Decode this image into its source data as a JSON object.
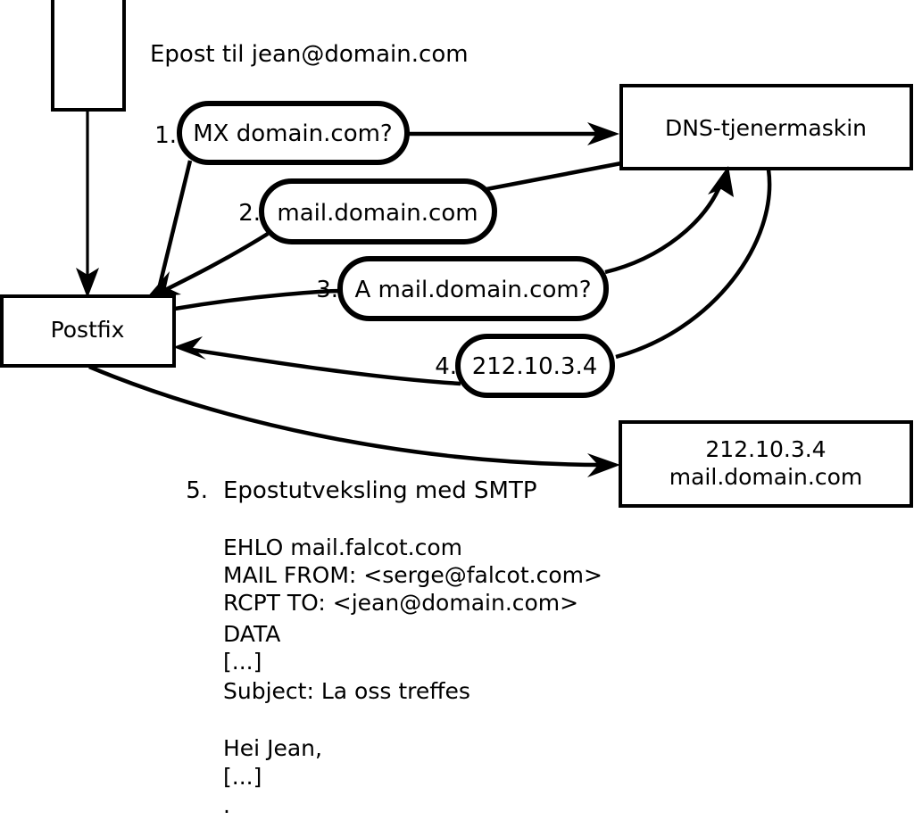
{
  "diagram": {
    "title_text": "Epost til jean@domain.com",
    "nodes": [
      {
        "id": "client",
        "label": ""
      },
      {
        "id": "postfix",
        "label": "Postfix"
      },
      {
        "id": "dns",
        "label": "DNS-tjenermaskin"
      },
      {
        "id": "mailserver",
        "label_line1": "212.10.3.4",
        "label_line2": "mail.domain.com"
      }
    ],
    "steps": [
      {
        "num": "1.",
        "label": "MX domain.com?"
      },
      {
        "num": "2.",
        "label": "mail.domain.com"
      },
      {
        "num": "3.",
        "label": "A mail.domain.com?"
      },
      {
        "num": "4.",
        "label": "212.10.3.4"
      }
    ],
    "step5": {
      "num": "5.",
      "label": "Epostutveksling med SMTP"
    },
    "smtp_transcript": [
      "EHLO mail.falcot.com",
      "MAIL FROM: <serge@falcot.com>",
      "RCPT TO: <jean@domain.com>",
      "DATA",
      "[...]",
      "Subject: La oss treffes",
      "",
      "Hei Jean,",
      "[...]",
      "."
    ],
    "colors": {
      "stroke": "#000000",
      "fill": "#ffffff",
      "text": "#000000"
    }
  }
}
